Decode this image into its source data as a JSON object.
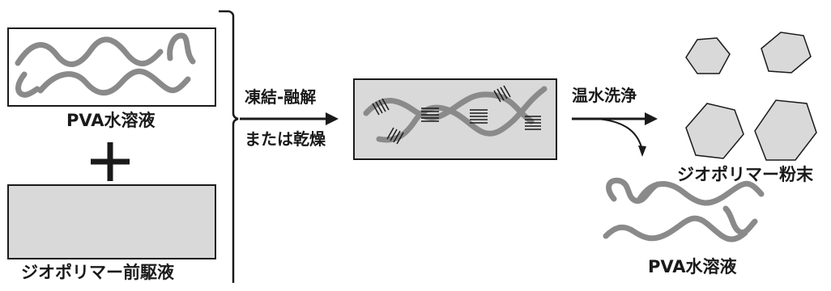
{
  "left": {
    "pva_solution_label": "PVA水溶液",
    "plus_sign": "+",
    "geopolymer_precursor_label": "ジオポリマー前駆液"
  },
  "process": {
    "step1_line1": "凍結-融解",
    "step1_line2": "または乾燥",
    "step2_label": "温水洗浄"
  },
  "right": {
    "geopolymer_powder_label": "ジオポリマー粉末",
    "pva_solution_label": "PVA水溶液"
  },
  "colors": {
    "chain": "#8a8a8a",
    "box_fill": "#d9d9d9",
    "hexagon_fill": "#d9d9d9",
    "stroke": "#1a1a1a"
  }
}
